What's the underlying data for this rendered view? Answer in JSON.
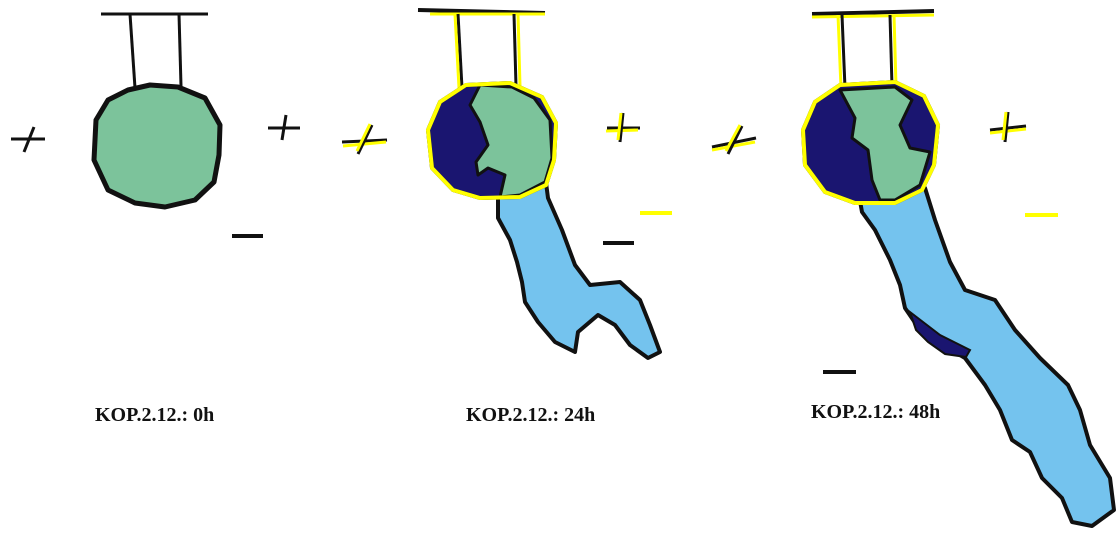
{
  "panels": [
    {
      "caption": "KOP.2.12.: 0h"
    },
    {
      "caption": "KOP.2.12.: 24h"
    },
    {
      "caption": "KOP.2.12.: 48h"
    }
  ],
  "signs": {
    "plus": "+",
    "minus": "−"
  },
  "colors": {
    "outline": "#111111",
    "highlight": "#ffff00",
    "green": "#7cc39b",
    "dark_blue": "#1a1570",
    "light_blue": "#74c3ee"
  }
}
